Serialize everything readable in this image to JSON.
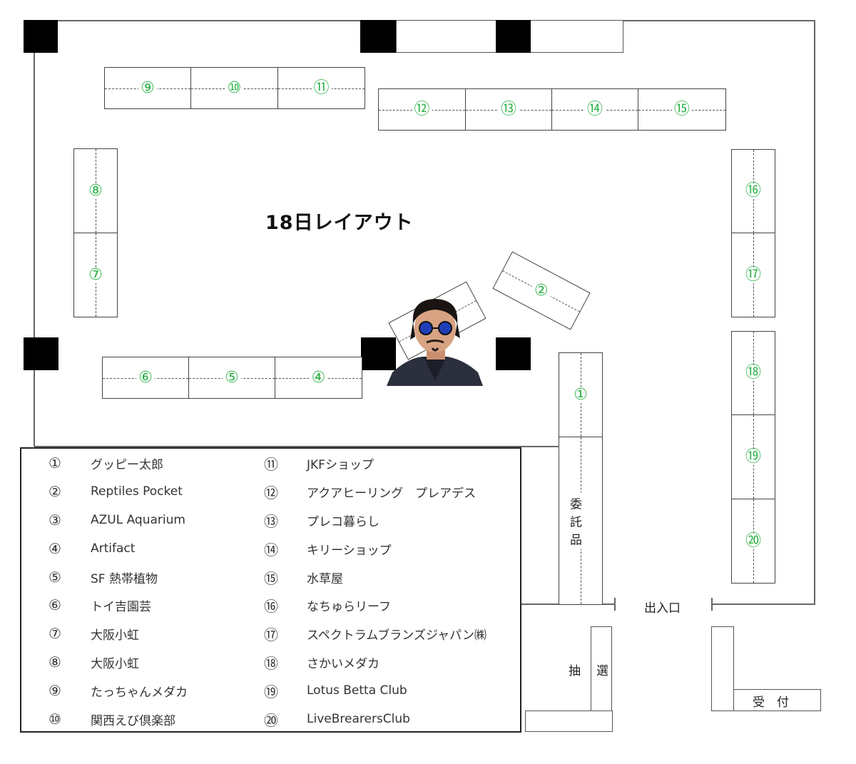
{
  "title": "18日レイアウト",
  "booth_color": "#2fb34a",
  "booths": [
    {
      "id": "b1",
      "num": "①"
    },
    {
      "id": "b2",
      "num": "②"
    },
    {
      "id": "b4",
      "num": "④"
    },
    {
      "id": "b5",
      "num": "⑤"
    },
    {
      "id": "b6",
      "num": "⑥"
    },
    {
      "id": "b7",
      "num": "⑦"
    },
    {
      "id": "b8",
      "num": "⑧"
    },
    {
      "id": "b9",
      "num": "⑨"
    },
    {
      "id": "b10",
      "num": "⑩"
    },
    {
      "id": "b11",
      "num": "⑪"
    },
    {
      "id": "b12",
      "num": "⑫"
    },
    {
      "id": "b13",
      "num": "⑬"
    },
    {
      "id": "b14",
      "num": "⑭"
    },
    {
      "id": "b15",
      "num": "⑮"
    },
    {
      "id": "b16",
      "num": "⑯"
    },
    {
      "id": "b17",
      "num": "⑰"
    },
    {
      "id": "b18",
      "num": "⑱"
    },
    {
      "id": "b19",
      "num": "⑲"
    },
    {
      "id": "b20",
      "num": "⑳"
    }
  ],
  "areas": {
    "consignment": "委託品",
    "entrance": "出入口",
    "lottery_1": "抽",
    "lottery_2": "選",
    "reception": "受　付"
  },
  "legend": {
    "left": [
      {
        "num": "①",
        "name": "グッピー太郎"
      },
      {
        "num": "②",
        "name": "Reptiles Pocket"
      },
      {
        "num": "③",
        "name": "AZUL Aquarium"
      },
      {
        "num": "④",
        "name": "Artifact"
      },
      {
        "num": "⑤",
        "name": "SF 熱帯植物"
      },
      {
        "num": "⑥",
        "name": "トイ吉園芸"
      },
      {
        "num": "⑦",
        "name": "大阪小虹"
      },
      {
        "num": "⑧",
        "name": "大阪小虹"
      },
      {
        "num": "⑨",
        "name": "たっちゃんメダカ"
      },
      {
        "num": "⑩",
        "name": "関西えび倶楽部"
      }
    ],
    "right": [
      {
        "num": "⑪",
        "name": "JKFショップ"
      },
      {
        "num": "⑫",
        "name": "アクアヒーリング　プレアデス"
      },
      {
        "num": "⑬",
        "name": "プレコ暮らし"
      },
      {
        "num": "⑭",
        "name": "キリーショップ"
      },
      {
        "num": "⑮",
        "name": "水草屋"
      },
      {
        "num": "⑯",
        "name": "なちゅらリーフ"
      },
      {
        "num": "⑰",
        "name": "スペクトラムブランズジャパン㈱"
      },
      {
        "num": "⑱",
        "name": "さかいメダカ"
      },
      {
        "num": "⑲",
        "name": "Lotus Betta Club"
      },
      {
        "num": "⑳",
        "name": "LiveBrearersClub"
      }
    ]
  }
}
